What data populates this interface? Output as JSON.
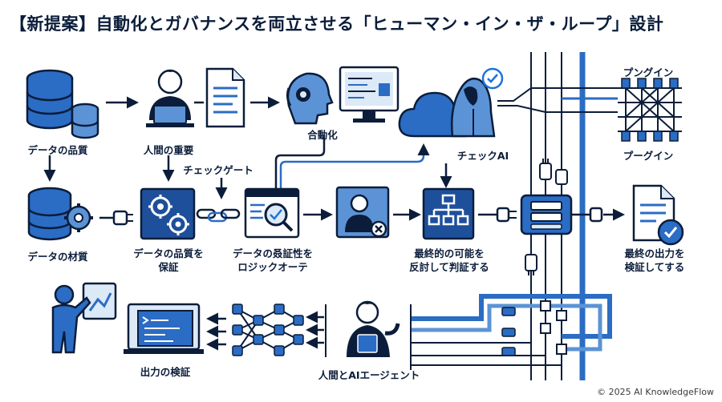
{
  "title": "【新提案】自動化とガバナンスを両立させる「ヒューマン・イン・ザ・ループ」設計",
  "footer": "© 2025 AI KnowledgeFlow",
  "labels": {
    "data_quality": "データの品質",
    "human_importance": "人間の重要",
    "automation": "合動化",
    "plugin_top": "プングイン",
    "plugin_bottom": "プーグイン",
    "check_gate": "チェックゲート",
    "check_ai": "チェックAI",
    "data_material": "データの材質",
    "guarantee_line1": "データの品質を",
    "guarantee_line2": "保証",
    "logic_line1": "データの叒証性を",
    "logic_line2": "ロジックオーテ",
    "final_line1": "最終的の可能を",
    "final_line2": "反討して判証する",
    "verify_line1": "最終の出力を",
    "verify_line2": "検証してする",
    "output_verify": "出力の検証",
    "human_ai_agent": "人間とAIエージェント"
  },
  "icons": [
    "database-icon",
    "person-laptop-icon",
    "document-icon",
    "ai-head-icon",
    "monitor-icon",
    "cloud-icon",
    "hooded-agent-icon",
    "check-badge-icon",
    "plugin-mesh-icon",
    "database-gear-icon",
    "gears-icon",
    "plug-icon",
    "magnifier-window-icon",
    "person-reject-icon",
    "flowchart-icon",
    "switch-hub-icon",
    "document-check-icon",
    "presenter-icon",
    "code-window-icon",
    "neural-network-icon",
    "person-tablet-icon"
  ],
  "colors": {
    "navy": "#0b1d3a",
    "blue": "#2b6cc4",
    "light_blue": "#5b93d6",
    "pale_blue": "#dce9f7",
    "accent": "#1e73d8"
  }
}
